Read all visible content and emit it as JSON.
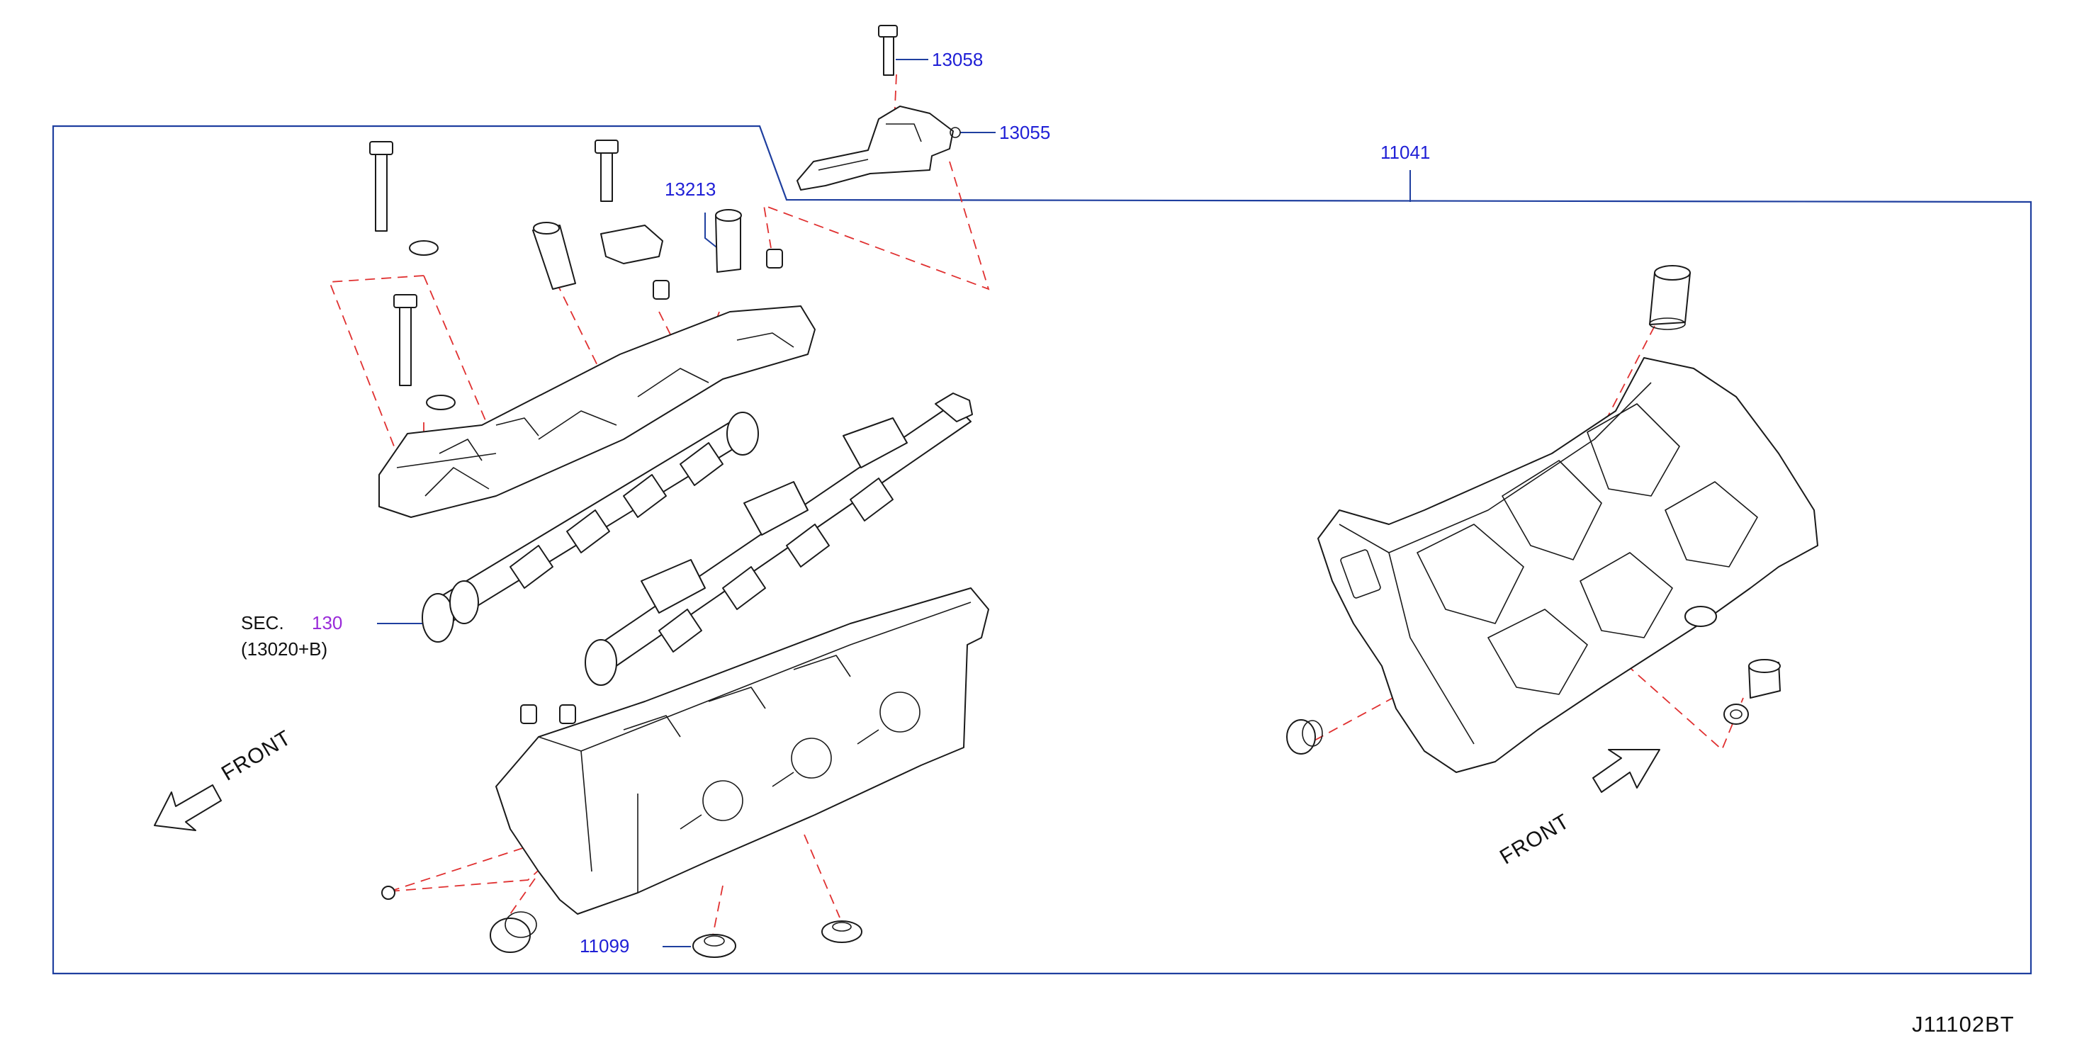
{
  "callouts": {
    "p13058": "13058",
    "p13055": "13055",
    "p11041": "11041",
    "p13213": "13213",
    "p11099": "11099",
    "sec_prefix": "SEC.",
    "sec_number": "130",
    "sec_sub": "(13020+B)"
  },
  "front_labels": {
    "left": "FRONT",
    "right": "FRONT"
  },
  "diagram_code": "J11102BT",
  "colors": {
    "callout_text": "#1f1fd6",
    "section_link": "#9a2bd9",
    "frame": "#1f3f9f",
    "dashed_leader": "#e03030"
  }
}
